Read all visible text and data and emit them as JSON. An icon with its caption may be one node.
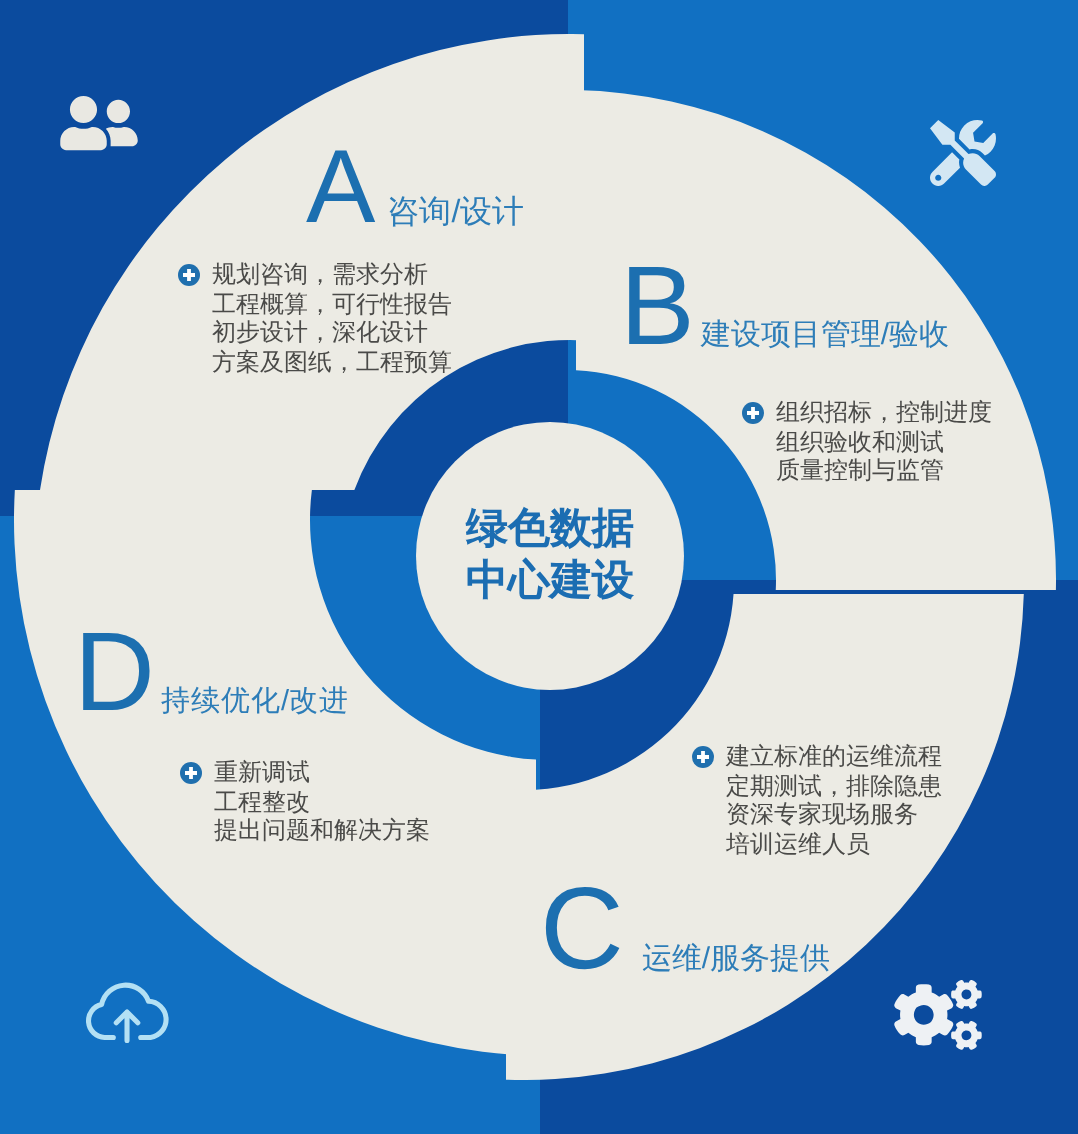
{
  "diagram": {
    "nodes": [
      {
        "text": [
          "A",
          "咨询/设计",
          "规划咨询，需求分析",
          "工程概算，可行性报告",
          "初步设计，深化设计",
          "方案及图纸，工程预算"
        ]
      },
      {
        "text": [
          "B",
          "建设项目管理/验收",
          "组织招标，控制进度",
          "组织验收和测试",
          "质量控制与监管"
        ]
      },
      {
        "text": [
          "C",
          "运维/服务提供",
          "建立标准的运维流程",
          "定期测试，排除隐患",
          "资深专家现场服务",
          "培训运维人员"
        ]
      },
      {
        "text": [
          "D",
          "持续优化/改进",
          "重新调试",
          "工程整改",
          "提出问题和解决方案"
        ]
      },
      {
        "text": [
          "绿色数据中心建设"
        ]
      }
    ]
  }
}
